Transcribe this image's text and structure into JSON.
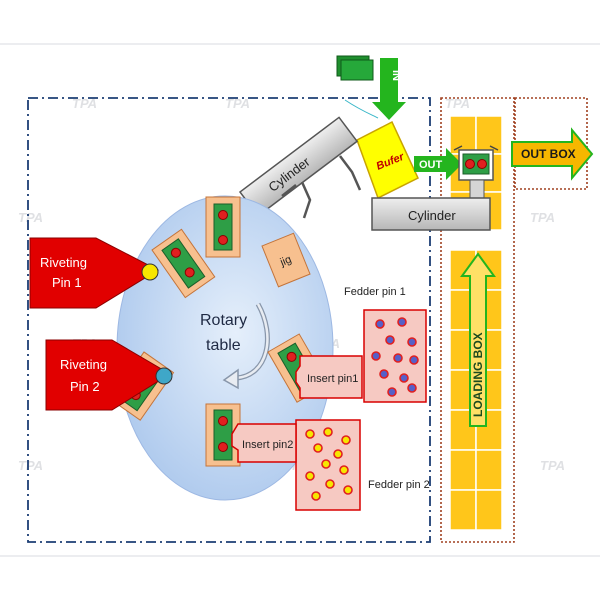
{
  "labels": {
    "in": "IN",
    "bufer": "Bufer",
    "out": "OUT",
    "out_box": "OUT BOX",
    "cylinder_top": "Cylinder",
    "cylinder_bottom": "Cylinder",
    "jig": "jig",
    "rotary": "Rotary",
    "table": "table",
    "riveting_pin_1_line1": "Riveting",
    "riveting_pin_1_line2": "Pin 1",
    "riveting_pin_2_line1": "Riveting",
    "riveting_pin_2_line2": "Pin 2",
    "fedder_pin_1": "Fedder pin 1",
    "fedder_pin_2": "Fedder pin 2",
    "insert_pin_1": "Insert pin1",
    "insert_pin_2": "Insert pin2",
    "loading_box": "LOADING BOX"
  },
  "watermark": "TPA",
  "colors": {
    "riveting_red": "#e10000",
    "feeder_box": "#f6c9c2",
    "feeder_border": "#d80000",
    "dot_red": "#e02020",
    "dot_yellow": "#f7e600",
    "dot_blue": "#5660c8",
    "rotary_table": "#bcd4f2",
    "jig_green": "#2e9e46",
    "jig_orange": "#f7c08f",
    "bufer_yellow": "#ffff00",
    "arrow_green": "#24b51e",
    "out_box_orange": "#f7b700",
    "loading_yellow": "#ffc61a",
    "cylinder_gray": "#cfcfcf",
    "frame_blue": "#1c3e74",
    "frame_brown": "#a04020"
  }
}
